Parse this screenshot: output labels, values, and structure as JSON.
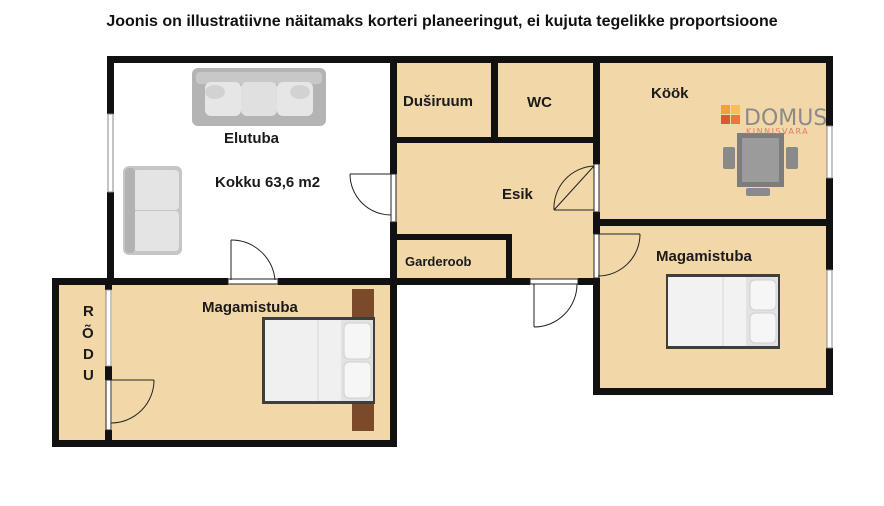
{
  "caption": "Joonis on illustratiivne näitamaks korteri planeeringut, ei kujuta tegelikke proportsioone",
  "rooms": {
    "living_room": "Elutuba",
    "total_area": "Kokku 63,6 m2",
    "shower": "Duširuum",
    "wc": "WC",
    "kitchen": "Köök",
    "hall": "Esik",
    "wardrobe": "Garderoob",
    "bedroom_right": "Magamistuba",
    "bedroom_left": "Magamistuba",
    "balcony_letters": [
      "R",
      "Õ",
      "D",
      "U"
    ]
  },
  "logo": {
    "name": "DOMUS",
    "subtitle": "KINNISVARA"
  },
  "colors": {
    "floor": "#f2d7a8",
    "wall": "#111111",
    "living_floor": "#ffffff",
    "logo_orange": "#f0a23a",
    "logo_red": "#d9573b"
  }
}
